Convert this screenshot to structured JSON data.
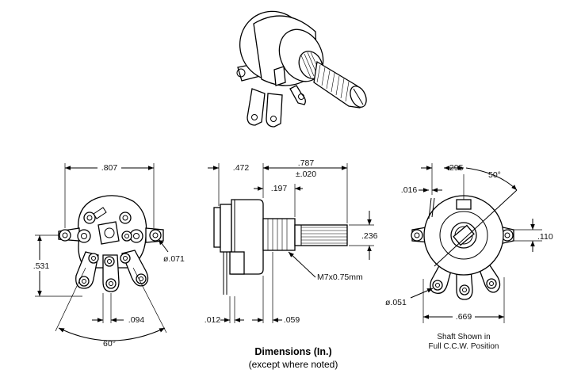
{
  "front_view": {
    "width_label": ".807",
    "height_label": ".531",
    "hole_label": "ø.071",
    "spacing_label": ".094",
    "angle_label": "60°"
  },
  "side_view": {
    "depth_label": ".472",
    "shaft_length_label": ".787",
    "shaft_tolerance_label": "±.020",
    "bushing_label": ".197",
    "shaft_dia_label": ".236",
    "thread_label": "M7x0.75mm",
    "terminal_thickness_label": ".012",
    "flange_label": ".059"
  },
  "rear_view": {
    "offset_label": ".295",
    "angle_label": "50°",
    "tab_label": ".016",
    "flat_label": ".110",
    "hole_label": "ø.051",
    "width_label": ".669",
    "note_line1": "Shaft Shown in",
    "note_line2": "Full C.C.W. Position"
  },
  "caption": {
    "title": "Dimensions (In.)",
    "subtitle": "(except where noted)"
  }
}
